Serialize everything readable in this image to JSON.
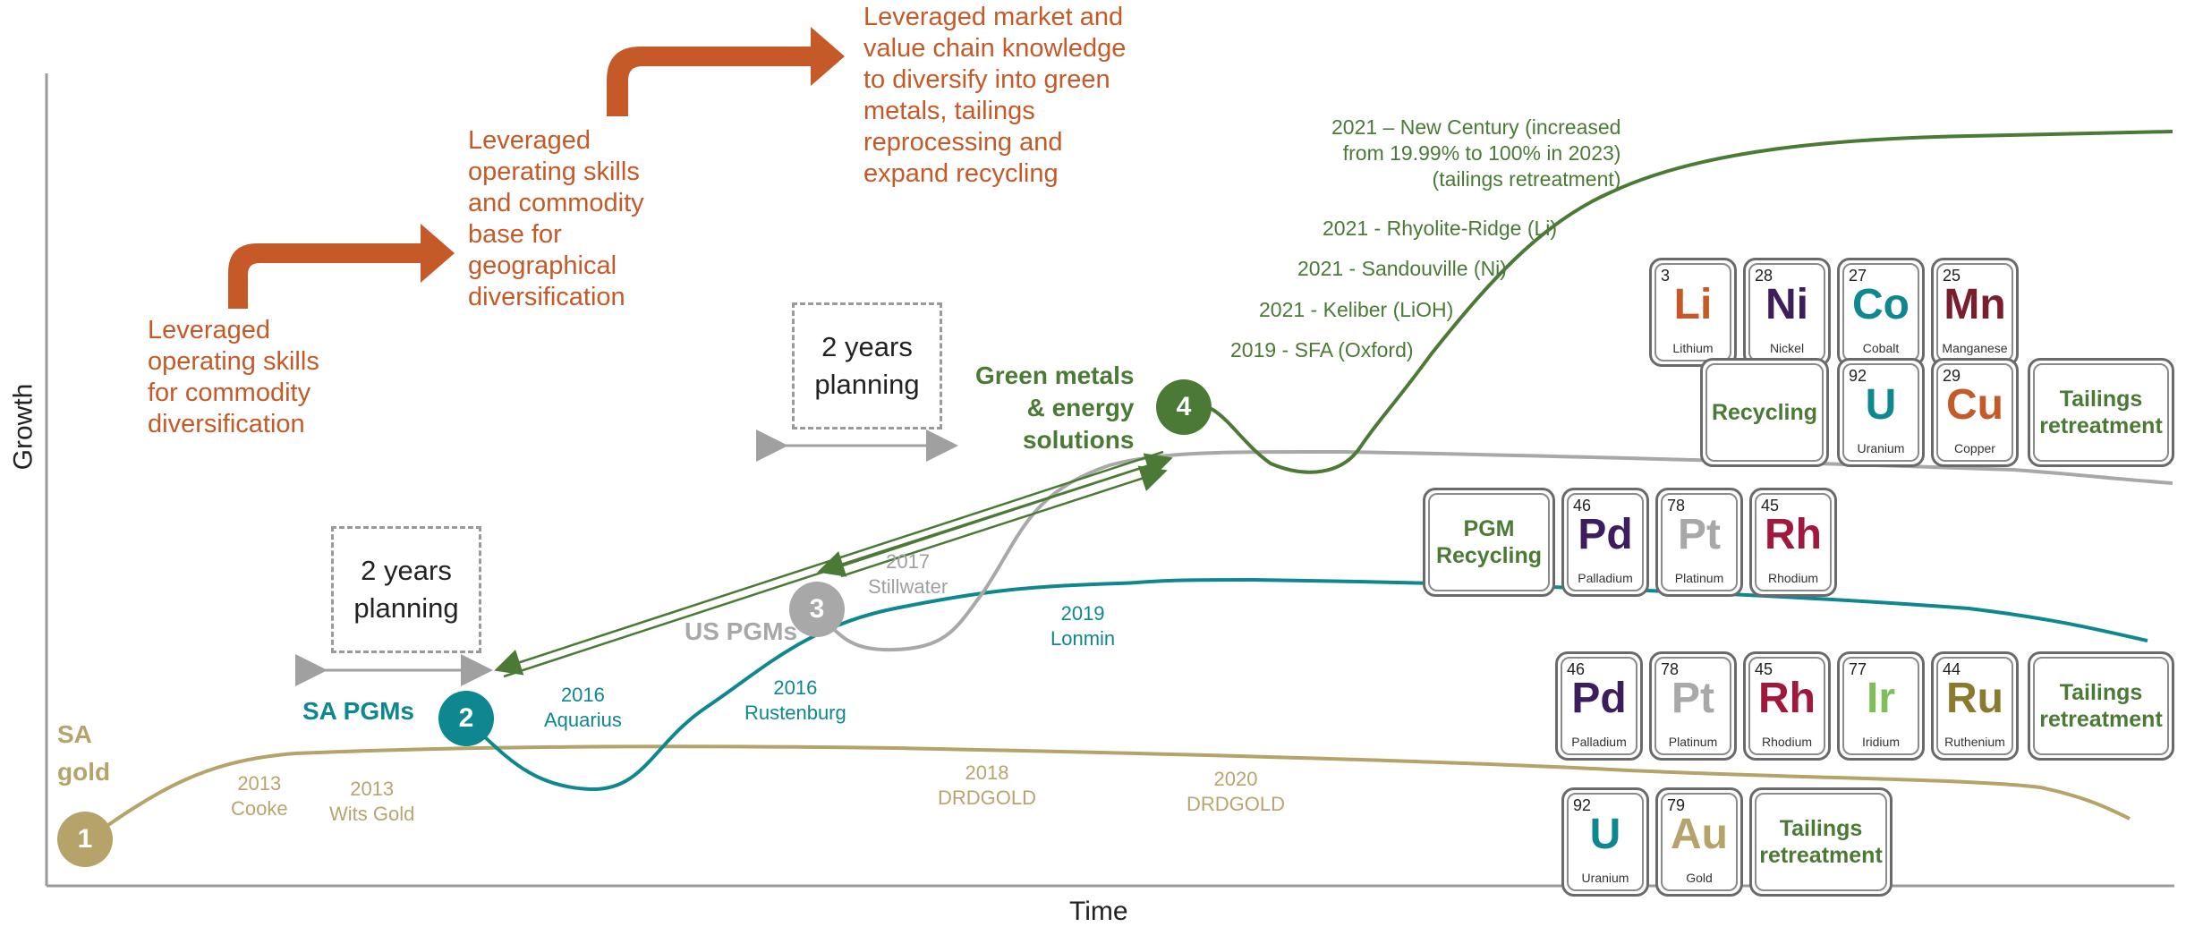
{
  "axes": {
    "x_label": "Time",
    "y_label": "Growth"
  },
  "phases": {
    "phase1": {
      "text": "Leveraged\noperating skills\nfor commodity\ndiversification"
    },
    "phase2": {
      "text": "Leveraged\noperating skills\nand commodity\nbase for\ngeographical\ndiversification"
    },
    "phase3": {
      "text": "Leveraged market and\nvalue chain knowledge\nto diversify into green\nmetals, tailings\nreprocessing and\nexpand recycling"
    }
  },
  "planning": {
    "label_1": "2 years planning",
    "label_2": "2 years planning"
  },
  "stages": [
    {
      "num": "1",
      "name": "SA\ngold",
      "color": "#B5A36A"
    },
    {
      "num": "2",
      "name": "SA PGMs",
      "color": "#0E8790"
    },
    {
      "num": "3",
      "name": "US PGMs",
      "color": "#A8A8A8"
    },
    {
      "num": "4",
      "name": "Green metals\n& energy\nsolutions",
      "color": "#4A7A35"
    }
  ],
  "events": {
    "gold": [
      "2013\nCooke",
      "2013\nWits Gold",
      "2018\nDRDGOLD",
      "2020\nDRDGOLD"
    ],
    "pgm_sa": [
      "2016\nAquarius",
      "2016\nRustenburg",
      "2019\nLonmin"
    ],
    "pgm_us": [
      "2017\nStillwater"
    ],
    "green": [
      "2021 – New Century (increased\nfrom 19.99% to 100% in 2023)\n(tailings retreatment)",
      "2021 - Rhyolite-Ridge (Li)",
      "2021 - Sandouville (Ni)",
      "2021 - Keliber (LiOH)",
      "2019 - SFA (Oxford)"
    ]
  },
  "tiles": {
    "green_row1": [
      {
        "num": "3",
        "sym": "Li",
        "name": "Lithium",
        "color": "#C55A28"
      },
      {
        "num": "28",
        "sym": "Ni",
        "name": "Nickel",
        "color": "#3D1E5C"
      },
      {
        "num": "27",
        "sym": "Co",
        "name": "Cobalt",
        "color": "#0E8790"
      },
      {
        "num": "25",
        "sym": "Mn",
        "name": "Manganese",
        "color": "#7A1E2E"
      }
    ],
    "green_row2": [
      {
        "text": "Recycling"
      },
      {
        "num": "92",
        "sym": "U",
        "name": "Uranium",
        "color": "#0E8790"
      },
      {
        "num": "29",
        "sym": "Cu",
        "name": "Copper",
        "color": "#C55A28"
      },
      {
        "text": "Tailings\nretreatment"
      }
    ],
    "us_row": [
      {
        "text": "PGM\nRecycling"
      },
      {
        "num": "46",
        "sym": "Pd",
        "name": "Palladium",
        "color": "#3D1E5C"
      },
      {
        "num": "78",
        "sym": "Pt",
        "name": "Platinum",
        "color": "#A8A8A8"
      },
      {
        "num": "45",
        "sym": "Rh",
        "name": "Rhodium",
        "color": "#A0183C"
      }
    ],
    "sa_row": [
      {
        "num": "46",
        "sym": "Pd",
        "name": "Palladium",
        "color": "#3D1E5C"
      },
      {
        "num": "78",
        "sym": "Pt",
        "name": "Platinum",
        "color": "#A8A8A8"
      },
      {
        "num": "45",
        "sym": "Rh",
        "name": "Rhodium",
        "color": "#A0183C"
      },
      {
        "num": "77",
        "sym": "Ir",
        "name": "Iridium",
        "color": "#7FBF5A"
      },
      {
        "num": "44",
        "sym": "Ru",
        "name": "Ruthenium",
        "color": "#8A7A2E"
      },
      {
        "text": "Tailings\nretreatment"
      }
    ],
    "gold_row": [
      {
        "num": "92",
        "sym": "U",
        "name": "Uranium",
        "color": "#0E8790"
      },
      {
        "num": "79",
        "sym": "Au",
        "name": "Gold",
        "color": "#B5A36A"
      },
      {
        "text": "Tailings\nretreatment"
      }
    ]
  },
  "colors": {
    "orange": "#C55A28",
    "gold": "#B5A36A",
    "teal": "#0E8790",
    "grey": "#A8A8A8",
    "green": "#4A7A35"
  }
}
